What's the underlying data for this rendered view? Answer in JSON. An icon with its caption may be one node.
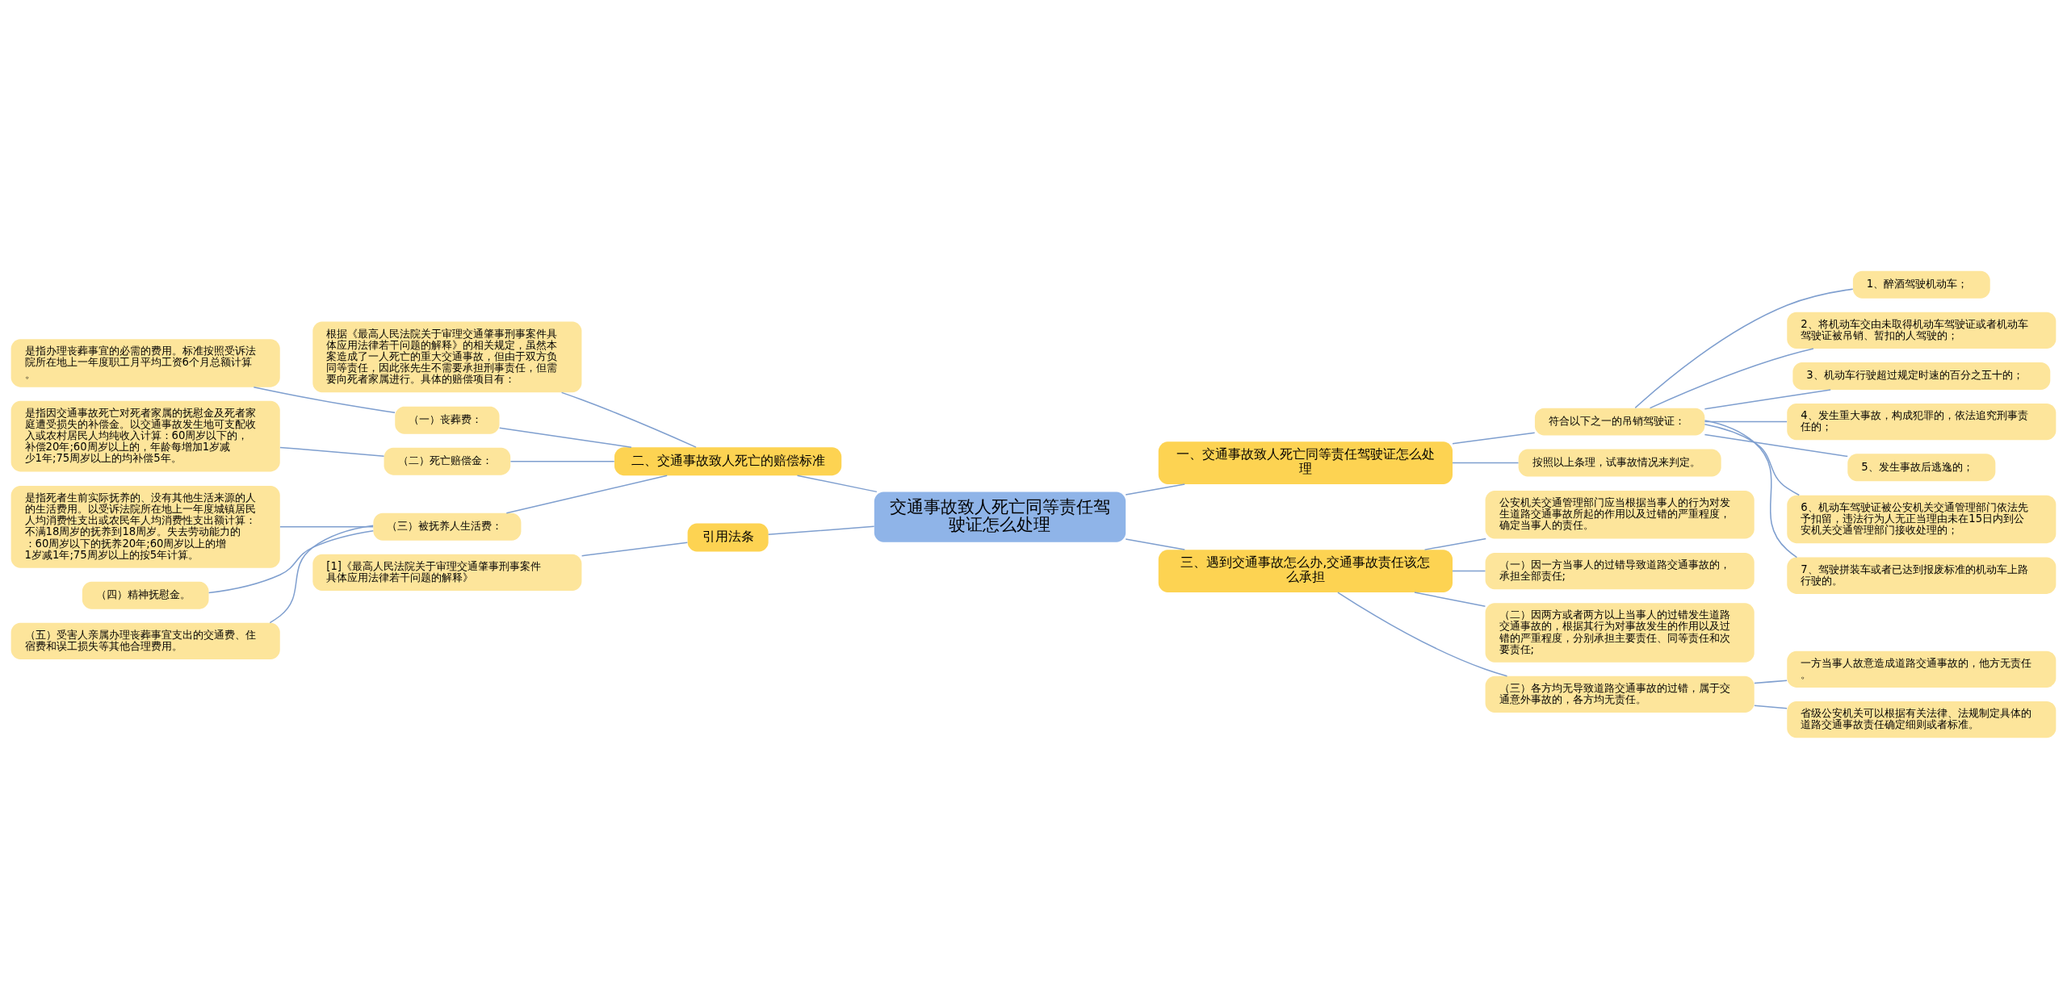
{
  "diagram": {
    "nodes": [
      {
        "text": [
          "交通事故致人死亡同等责任驾驶证怎么处理"
        ]
      },
      {
        "text": [
          "一、交通事故致人死亡同等责任驾驶证怎么处理"
        ]
      },
      {
        "text": [
          "符合以下之一的吊销驾驶证："
        ]
      },
      {
        "text": [
          "1、醉酒驾驶机动车；"
        ]
      },
      {
        "text": [
          "2、将机动车交由未取得机动车驾驶证或者机动车驾驶证被吊销、暂扣的人驾驶的；"
        ]
      },
      {
        "text": [
          "3、机动车行驶超过规定时速的百分之五十的；"
        ]
      },
      {
        "text": [
          "4、发生重大事故，构成犯罪的，依法追究刑事责任的；"
        ]
      },
      {
        "text": [
          "5、发生事故后逃逸的；"
        ]
      },
      {
        "text": [
          "6、机动车驾驶证被公安机关交通管理部门依法先予扣留，违法行为人无正当理由未在15日内到公安机关交通管理部门接收处理的；"
        ]
      },
      {
        "text": [
          "7、驾驶拼装车或者已达到报废标准的机动车上路行驶的。"
        ]
      },
      {
        "text": [
          "按照以上条理，试事故情况来判定。"
        ]
      },
      {
        "text": [
          "三、遇到交通事故怎么办,交通事故责任该怎么承担"
        ]
      },
      {
        "text": [
          "公安机关交通管理部门应当根据当事人的行为对发生道路交通事故所起的作用以及过错的严重程度，确定当事人的责任。"
        ]
      },
      {
        "text": [
          "（一）因一方当事人的过错导致道路交通事故的，承担全部责任;"
        ]
      },
      {
        "text": [
          "（二）因两方或者两方以上当事人的过错发生道路交通事故的，根据其行为对事故发生的作用以及过错的严重程度，分别承担主要责任、同等责任和次要责任;"
        ]
      },
      {
        "text": [
          "（三）各方均无导致道路交通事故的过错，属于交通意外事故的，各方均无责任。"
        ]
      },
      {
        "text": [
          "一方当事人故意造成道路交通事故的，他方无责任。"
        ]
      },
      {
        "text": [
          "省级公安机关可以根据有关法律、法规制定具体的道路交通事故责任确定细则或者标准。"
        ]
      },
      {
        "text": [
          "二、交通事故致人死亡的赔偿标准"
        ]
      },
      {
        "text": [
          "根据《最高人民法院关于审理交通肇事刑事案件具体应用法律若干问题的解释》的相关规定，虽然本案造成了一人死亡的重大交通事故，但由于双方负同等责任，因此张先生不需要承担刑事责任，但需要向死者家属进行。具体的赔偿项目有："
        ]
      },
      {
        "text": [
          "（一）丧葬费："
        ]
      },
      {
        "text": [
          "是指办理丧葬事宜的必需的费用。标准按照受诉法院所在地上一年度职工月平均工资6个月总额计算。"
        ]
      },
      {
        "text": [
          "（二）死亡赔偿金："
        ]
      },
      {
        "text": [
          "是指因交通事故死亡对死者家属的抚慰金及死者家庭遭受损失的补偿金。以交通事故发生地可支配收入或农村居民人均纯收入计算：60周岁以下的，补偿20年;60周岁以上的，年龄每增加1岁减少1年;75周岁以上的均补偿5年。"
        ]
      },
      {
        "text": [
          "（三）被抚养人生活费："
        ]
      },
      {
        "text": [
          "是指死者生前实际抚养的、没有其他生活来源的人的生活费用。以受诉法院所在地上一年度城镇居民人均消费性支出或农民年人均消费性支出额计算：不满18周岁的抚养到18周岁。失去劳动能力的：60周岁以下的抚养20年;60周岁以上的增1岁减1年;75周岁以上的按5年计算。"
        ]
      },
      {
        "text": [
          "（四）精神抚慰金。"
        ]
      },
      {
        "text": [
          "（五）受害人亲属办理丧葬事宜支出的交通费、住宿费和误工损失等其他合理费用。"
        ]
      },
      {
        "text": [
          "引用法条"
        ]
      },
      {
        "text": [
          "[1]《最高人民法院关于审理交通肇事刑事案件具体应用法律若干问题的解释》"
        ]
      }
    ],
    "edges": [
      {
        "from": 0,
        "to": 1,
        "arrow": "none"
      },
      {
        "from": 1,
        "to": 2,
        "arrow": "none"
      },
      {
        "from": 2,
        "to": 3,
        "arrow": "none"
      },
      {
        "from": 2,
        "to": 4,
        "arrow": "none"
      },
      {
        "from": 2,
        "to": 5,
        "arrow": "none"
      },
      {
        "from": 2,
        "to": 6,
        "arrow": "none"
      },
      {
        "from": 2,
        "to": 7,
        "arrow": "none"
      },
      {
        "from": 2,
        "to": 8,
        "arrow": "none"
      },
      {
        "from": 2,
        "to": 9,
        "arrow": "none"
      },
      {
        "from": 1,
        "to": 10,
        "arrow": "none"
      },
      {
        "from": 0,
        "to": 11,
        "arrow": "none"
      },
      {
        "from": 11,
        "to": 12,
        "arrow": "none"
      },
      {
        "from": 11,
        "to": 13,
        "arrow": "none"
      },
      {
        "from": 11,
        "to": 14,
        "arrow": "none"
      },
      {
        "from": 11,
        "to": 15,
        "arrow": "none"
      },
      {
        "from": 15,
        "to": 16,
        "arrow": "none"
      },
      {
        "from": 15,
        "to": 17,
        "arrow": "none"
      },
      {
        "from": 0,
        "to": 18,
        "arrow": "none"
      },
      {
        "from": 18,
        "to": 19,
        "arrow": "none"
      },
      {
        "from": 18,
        "to": 20,
        "arrow": "none"
      },
      {
        "from": 20,
        "to": 21,
        "arrow": "none"
      },
      {
        "from": 18,
        "to": 22,
        "arrow": "none"
      },
      {
        "from": 22,
        "to": 23,
        "arrow": "none"
      },
      {
        "from": 18,
        "to": 24,
        "arrow": "none"
      },
      {
        "from": 24,
        "to": 25,
        "arrow": "none"
      },
      {
        "from": 24,
        "to": 26,
        "arrow": "none"
      },
      {
        "from": 24,
        "to": 27,
        "arrow": "none"
      },
      {
        "from": 0,
        "to": 28,
        "arrow": "none"
      },
      {
        "from": 28,
        "to": 29,
        "arrow": "none"
      }
    ]
  }
}
